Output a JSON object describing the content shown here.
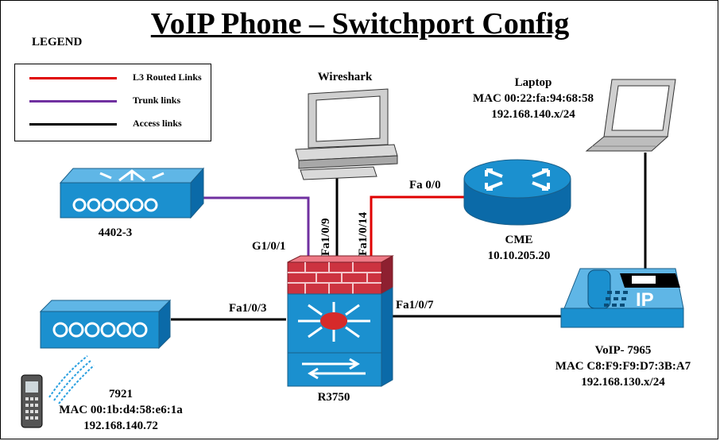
{
  "title": "VoIP Phone – Switchport Config",
  "legend": {
    "heading": "LEGEND",
    "items": [
      {
        "label": "L3 Routed Links",
        "color": "#e00000"
      },
      {
        "label": "Trunk links",
        "color": "#7030a0"
      },
      {
        "label": "Access links",
        "color": "#000000"
      }
    ]
  },
  "devices": {
    "wireshark": {
      "name": "Wireshark"
    },
    "laptop": {
      "name": "Laptop",
      "mac": "MAC 00:22:fa:94:68:58",
      "ip": "192.168.140.x/24"
    },
    "wlc": {
      "name": "4402-3"
    },
    "cme": {
      "name": "CME",
      "ip": "10.10.205.20"
    },
    "switch": {
      "name": "R3750"
    },
    "ap_phone": {
      "name": "7921",
      "mac": "MAC 00:1b:d4:58:e6:1a",
      "ip": "192.168.140.72"
    },
    "voip": {
      "name": "VoIP- 7965",
      "mac": "MAC C8:F9:F9:D7:3B:A7",
      "ip": "192.168.130.x/24"
    }
  },
  "ports": {
    "g101": "G1/0/1",
    "fa109": "Fa1/0/9",
    "fa1014": "Fa1/0/14",
    "fa00": "Fa 0/0",
    "fa103": "Fa1/0/3",
    "fa107": "Fa1/0/7"
  },
  "icon_text": {
    "ip_phone": "IP"
  }
}
